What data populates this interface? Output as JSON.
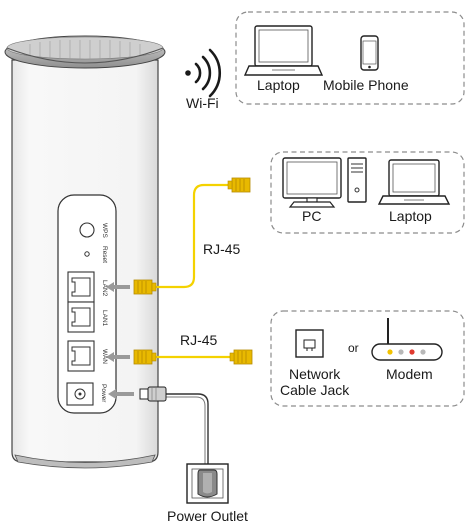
{
  "labels": {
    "wifi": "Wi-Fi",
    "laptop_top": "Laptop",
    "mobile_phone": "Mobile Phone",
    "pc": "PC",
    "laptop_lan": "Laptop",
    "rj45_lan": "RJ-45",
    "rj45_wan": "RJ-45",
    "network_cable_jack": "Network\nCable Jack",
    "or": "or",
    "modem": "Modem",
    "power_outlet": "Power Outlet"
  },
  "ports": {
    "wps": "WPS",
    "reset": "Reset",
    "lan2": "LAN2",
    "lan1": "LAN1",
    "wan": "WAN",
    "power": "Power"
  },
  "colors": {
    "router_body": "#f2f2f2",
    "router_cap": "#b9b9b9",
    "cable_yellow": "#f4d200",
    "connector_yellow": "#e8b900",
    "arrow_gray": "#9a9a9a",
    "dashed_box": "#8c8c8c",
    "modem_leds": [
      "#f2c200",
      "#b8b8b8",
      "#e03a2f",
      "#b8b8b8"
    ]
  },
  "icons": [
    "wifi-icon",
    "laptop-icon",
    "mobile-phone-icon",
    "pc-icon",
    "network-cable-jack-icon",
    "modem-icon",
    "power-outlet-icon",
    "power-plug-icon",
    "rj45-connector-icon"
  ]
}
